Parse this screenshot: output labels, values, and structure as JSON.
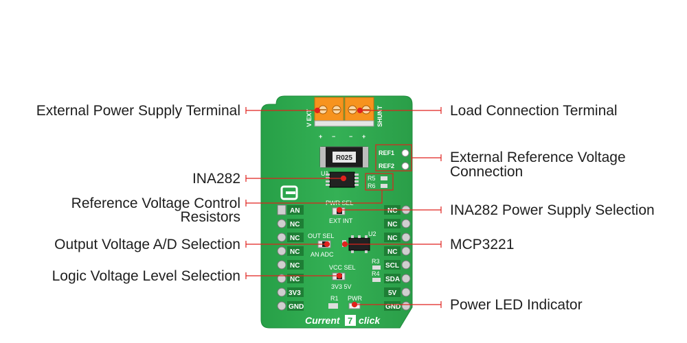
{
  "board": {
    "terminal_left_label": "V EXT",
    "terminal_right_label": "SHUNT",
    "plus": "+",
    "minus": "−",
    "shunt_marking": "R025",
    "u1": "U1",
    "u2": "U2",
    "ref1": "REF1",
    "ref2": "REF2",
    "r5": "R5",
    "r6": "R6",
    "r3": "R3",
    "r4": "R4",
    "r1": "R1",
    "pwr": "PWR",
    "pwr_sel": "PWR SEL",
    "pwr_sel_opts": "EXT  INT",
    "out_sel": "OUT SEL",
    "out_sel_opts": "AN  ADC",
    "vcc_sel": "VCC SEL",
    "vcc_sel_opts": "3V3  5V",
    "title_a": "Current",
    "title_num": "7",
    "title_b": "click",
    "left_pins": [
      "AN",
      "NC",
      "NC",
      "NC",
      "NC",
      "NC",
      "3V3",
      "GND"
    ],
    "right_pins": [
      "NC",
      "NC",
      "NC",
      "NC",
      "SCL",
      "SDA",
      "5V",
      "GND"
    ]
  },
  "callouts": {
    "ext_power": "External Power Supply Terminal",
    "ina282": "INA282",
    "ref_ctrl_1": "Reference Voltage Control",
    "ref_ctrl_2": "Resistors",
    "out_sel": "Output Voltage A/D Selection",
    "logic_sel": "Logic Voltage Level Selection",
    "load": "Load Connection Terminal",
    "ext_ref_1": "External Reference Voltage",
    "ext_ref_2": "Connection",
    "pwr_sel": "INA282 Power Supply Selection",
    "mcp": "MCP3221",
    "pwr_led": "Power LED Indicator"
  },
  "colors": {
    "pcb": "#2fa84f",
    "terminal": "#f7931e",
    "callout_line": "#e0221d",
    "text": "#1e1e1e"
  }
}
